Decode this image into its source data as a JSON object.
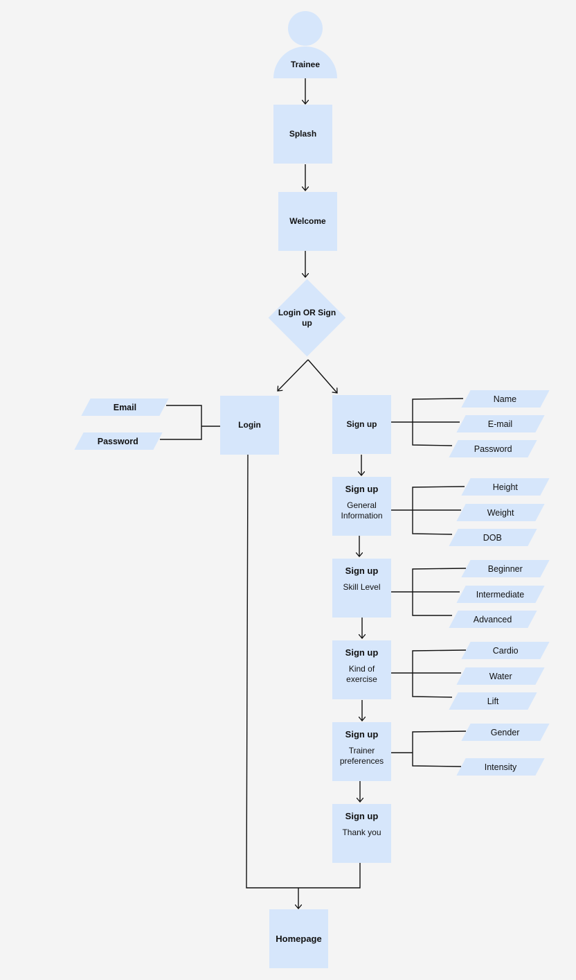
{
  "diagram": {
    "trainee": "Trainee",
    "splash": "Splash",
    "welcome": "Welcome",
    "decision": "Login OR Sign up",
    "login": {
      "title": "Login",
      "fields": [
        "Email",
        "Password"
      ]
    },
    "signup": {
      "title": "Sign up",
      "fields": [
        "Name",
        "E-mail",
        "Password"
      ]
    },
    "steps": [
      {
        "title": "Sign up",
        "subtitle": "General Information",
        "options": [
          "Height",
          "Weight",
          "DOB"
        ]
      },
      {
        "title": "Sign up",
        "subtitle": "Skill Level",
        "options": [
          "Beginner",
          "Intermediate",
          "Advanced"
        ]
      },
      {
        "title": "Sign up",
        "subtitle": "Kind of exercise",
        "options": [
          "Cardio",
          "Water",
          "Lift"
        ]
      },
      {
        "title": "Sign up",
        "subtitle": "Trainer preferences",
        "options": [
          "Gender",
          "Intensity"
        ]
      },
      {
        "title": "Sign up",
        "subtitle": "Thank you",
        "options": []
      }
    ],
    "homepage": "Homepage"
  },
  "colors": {
    "node_fill": "#d6e6fb",
    "background": "#f4f4f4",
    "line": "#111111"
  }
}
